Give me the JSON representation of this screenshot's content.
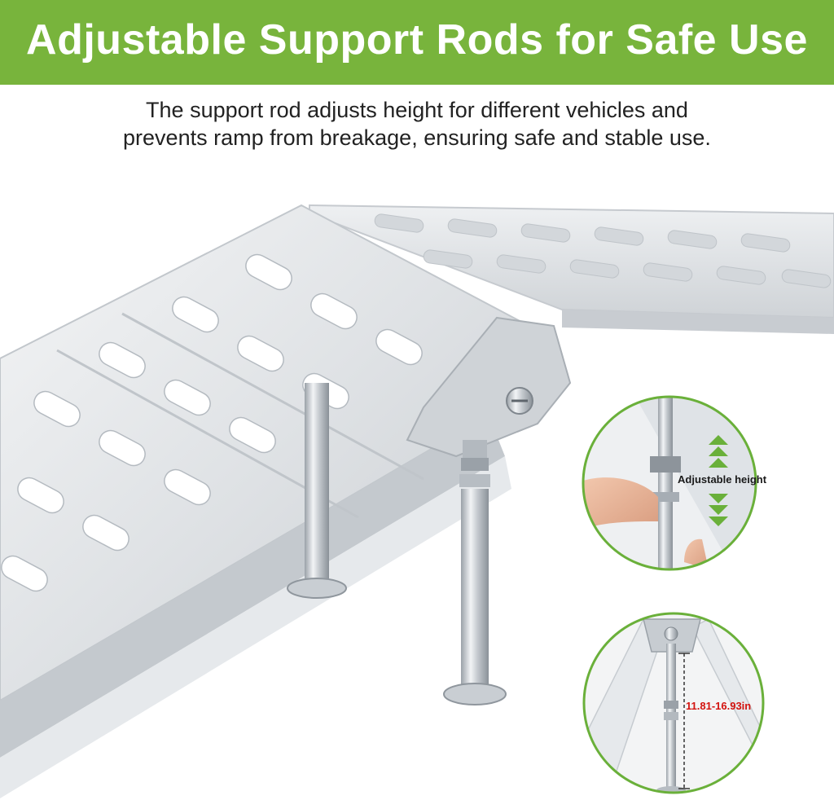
{
  "banner": {
    "title": "Adjustable Support Rods for Safe Use",
    "color": "#78b43c"
  },
  "subtitle": {
    "line1": "The support rod adjusts height for different vehicles and",
    "line2": "prevents ramp from breakage, ensuring safe and stable use."
  },
  "callouts": {
    "top": {
      "label": "Adjustable height"
    },
    "bottom": {
      "label": "11.81-16.93in",
      "label_color": "#d3130f"
    },
    "ring_color": "#6ab03a"
  }
}
